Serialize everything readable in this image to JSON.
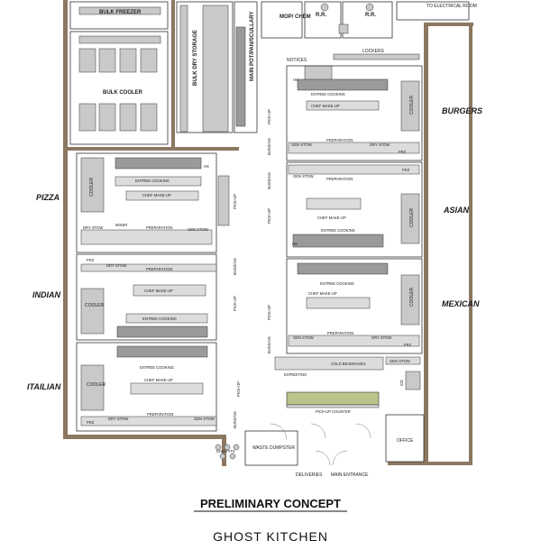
{
  "plan": {
    "sections": {
      "pizza": "PIZZA",
      "indian": "INDIAN",
      "italian": "ITAILIAN",
      "burgers": "BURGERS",
      "asian": "ASIAN",
      "mexican": "MEXICAN"
    },
    "rooms": {
      "bulk_freezer": "BULK FREEZER",
      "bulk_cooler": "BULK COOLER",
      "bulk_dry_storage": "BULK DRY STORAGE",
      "main_pot_pan": "MAIN POT/PAN/SCULLARY",
      "mop_chem": "MOP/ CHEM",
      "rr_1": "R.R.",
      "rr_2": "R.R.",
      "electrical": "TO ELECTRICAL ROOM",
      "notices": "NOTICES",
      "lockers": "LOCKERS",
      "office": "OFFICE",
      "waste_dumpster": "WASTE DUMPSTER",
      "deliveries": "DELIVERIES",
      "main_entrance": "MAIN ENTRANCE",
      "pickup_counter": "PICK-UP COUNTER",
      "expediting": "EXPEDITING",
      "cold_beverages": "COLD BEVERAGES",
      "gen_stow": "GEN STOW",
      "ice": "ICE",
      "dish_pits": "DISH PITS"
    },
    "station_labels": {
      "cooler": "COOLER",
      "entree_cooking": "ENTREE COOKING",
      "chef_make_up": "CHEF MAKE-UP",
      "preparation": "PREPARATION",
      "gen_stow": "GEN STOW",
      "dry_stow": "DRY STOW",
      "frz": "FRZ",
      "bussing": "BUSSING",
      "pick_up": "PICK-UP",
      "mixer": "MIXER",
      "hs": "HS"
    },
    "caption": "PRELIMINARY CONCEPT",
    "subtitle": "GHOST KITCHEN"
  },
  "colors": {
    "wall": "#8c7760",
    "equipment": "#c9c9c9",
    "green_counter": "#b9c48a"
  }
}
